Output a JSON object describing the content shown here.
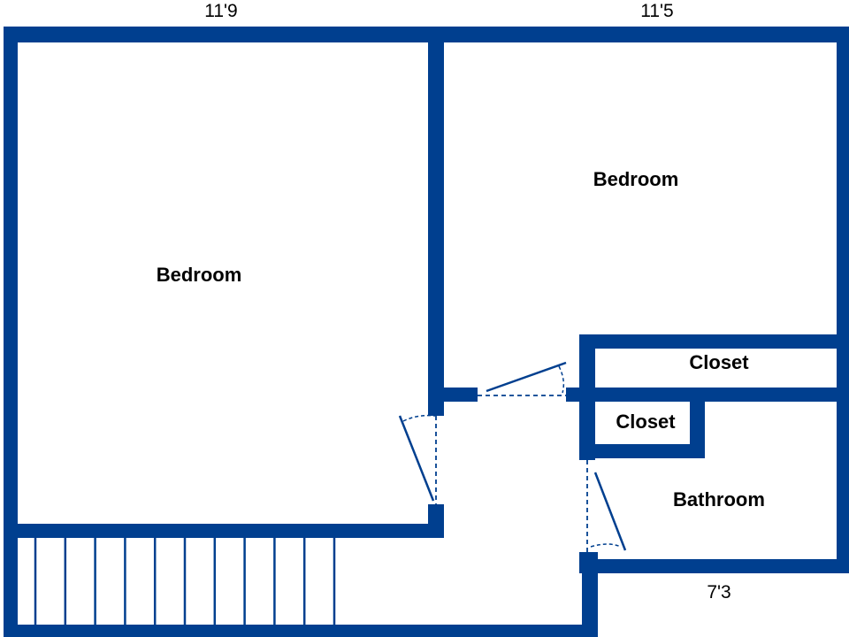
{
  "dimensions": {
    "top_left": "11'9",
    "top_right": "11'5",
    "bottom_bathroom": "7'3"
  },
  "rooms": {
    "bedroom_left": "Bedroom",
    "bedroom_right": "Bedroom",
    "closet_upper": "Closet",
    "closet_lower": "Closet",
    "bathroom": "Bathroom"
  },
  "colors": {
    "wall": "#003f8f",
    "background": "#ffffff",
    "text": "#000000"
  },
  "stairs": {
    "tread_count": 11
  }
}
